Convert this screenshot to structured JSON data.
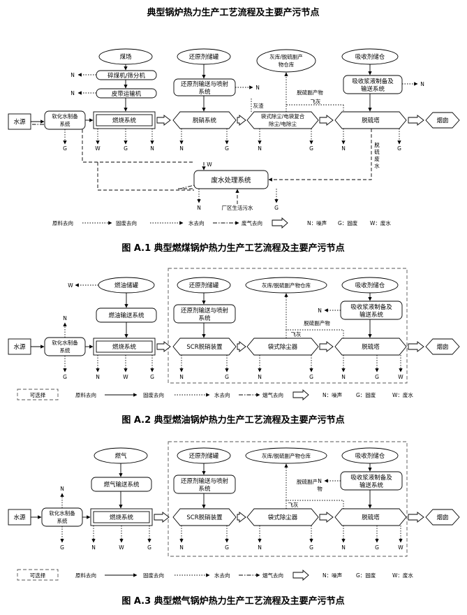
{
  "page": {
    "title": "典型锅炉热力生产工艺流程及主要产污节点"
  },
  "labels": {
    "N": "N",
    "G": "G",
    "W": "W"
  },
  "diagram1": {
    "caption": "图 A.1  典型燃煤锅炉热力生产工艺流程及主要产污节点",
    "nodes": {
      "coal_yard": "煤场",
      "crusher": "碎煤机/筛分机",
      "belt": "皮带运输机",
      "water_source": "水源",
      "softener_1": "软化水制备",
      "softener_2": "系统",
      "combustion": "燃烧系统",
      "reductant_tank": "还原剂储罐",
      "reductant_feed_1": "还原剂输送与喷射",
      "reductant_feed_2": "系统",
      "denitration": "脱硝系统",
      "ash_store_1": "灰库/脱硫副产",
      "ash_store_2": "物仓库",
      "dust_1": "袋式除尘/电袋复合",
      "dust_2": "除尘/电除尘",
      "absorbent_tank": "吸收剂储仓",
      "slurry_1": "吸收浆液制备及",
      "slurry_2": "输送系统",
      "desulfurization": "脱硫塔",
      "chimney": "烟囱",
      "wastewater": "废水处理系统"
    },
    "annotations": {
      "ash_slag": "灰渣",
      "fly_ash": "飞灰",
      "byproduct": "脱硫副产物",
      "desulf_ww_1": "脱",
      "desulf_ww_2": "硫",
      "desulf_ww_3": "废",
      "desulf_ww_4": "水",
      "domestic_ww": "厂区生活污水"
    },
    "legend": {
      "raw": "原料去向",
      "solid": "固废去向",
      "water": "水去向",
      "gas": "废气去向",
      "noise": "N：噪声",
      "solid_waste": "G：固废",
      "waste_water": "W：废水"
    }
  },
  "diagram2": {
    "caption": "图 A.2  典型燃油锅炉热力生产工艺流程及主要产污节点",
    "nodes": {
      "oil_tank": "燃油储罐",
      "oil_feed": "燃油输送系统",
      "water_source": "水源",
      "softener_1": "软化水制备",
      "softener_2": "系统",
      "combustion": "燃烧系统",
      "reductant_tank": "还原剂储罐",
      "reductant_feed_1": "还原剂输送与喷射",
      "reductant_feed_2": "系统",
      "scr": "SCR脱硝装置",
      "ash_store": "灰库/脱硫副产物仓库",
      "bag_filter": "袋式除尘器",
      "absorbent_tank": "吸收剂储仓",
      "slurry_1": "吸收浆液制备及",
      "slurry_2": "输送系统",
      "desulfurization": "脱硫塔",
      "chimney": "烟囱"
    },
    "annotations": {
      "byproduct": "脱硫副产物",
      "fly_ash": "飞灰"
    },
    "legend": {
      "optional": "可选择",
      "raw": "原料去向",
      "solid": "固废去向",
      "water": "水去向",
      "gas": "烟气去向",
      "noise": "N：噪声",
      "solid_waste": "G：固废",
      "waste_water": "W：废水"
    }
  },
  "diagram3": {
    "caption": "图 A.3  典型燃气锅炉热力生产工艺流程及主要产污节点",
    "nodes": {
      "gas": "燃气",
      "gas_feed": "燃气输送系统",
      "water_source": "水源",
      "softener_1": "软化水制备",
      "softener_2": "系统",
      "combustion": "燃烧系统",
      "reductant_tank": "还原剂储罐",
      "reductant_feed_1": "还原剂输送与喷射",
      "reductant_feed_2": "系统",
      "scr": "SCR脱硝装置",
      "ash_store": "灰库/脱硫副产物仓库",
      "bag_filter": "袋式除尘器",
      "absorbent_tank": "吸收剂储仓",
      "slurry_1": "吸收浆液制备及",
      "slurry_2": "输送系统",
      "desulfurization": "脱硫塔",
      "chimney": "烟囱"
    },
    "annotations": {
      "byproduct_1": "脱硫副产",
      "byproduct_2": "物",
      "fly_ash": "飞灰"
    },
    "legend": {
      "optional": "可选择",
      "raw": "原料去向",
      "solid": "固废去向",
      "water": "水去向",
      "gas": "烟气去向",
      "noise": "N：噪声",
      "solid_waste": "G：固废",
      "waste_water": "W：废水"
    }
  }
}
